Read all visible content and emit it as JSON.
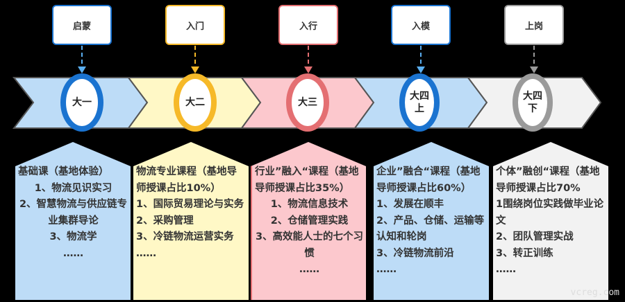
{
  "colors": {
    "blue": "#1a73d0",
    "blue_light": "#bddcf7",
    "yellow": "#f6b928",
    "yellow_light": "#fff8c6",
    "red": "#e46f72",
    "red_light": "#fcc8cd",
    "gray": "#9a9a9a",
    "gray_light": "#f2f2f2"
  },
  "stages": [
    {
      "tag": "启蒙",
      "year": "大一",
      "panel": [
        "基础课（基地体验）",
        "1、物流见识实习",
        "2、智慧物流与供应链专业集群导论",
        "3、物流学",
        "……"
      ]
    },
    {
      "tag": "入门",
      "year": "大二",
      "panel": [
        "物流专业课程（基地导师授课占比10%）",
        "1、国际贸易理论与实务",
        "2、采购管理",
        "3、冷链物流运营实务",
        "……"
      ]
    },
    {
      "tag": "入行",
      "year": "大三",
      "panel": [
        "行业”融入“课程（基地导师授课占比35%）",
        "1、物流信息技术",
        "2、仓储管理实践",
        "3、高效能人士的七个习惯",
        "……"
      ]
    },
    {
      "tag": "入模",
      "year": "大四上",
      "panel": [
        "企业”融合“课程（基地导师授课占比60%）",
        "1、发展在顺丰",
        "2、产品、仓储、运输等认知和轮岗",
        "3、冷链物流前沿",
        "……"
      ]
    },
    {
      "tag": "上岗",
      "year": "大四下",
      "panel": [
        "个体”融创“课程（基地导师授课占比70%",
        "1围绕岗位实践做毕业论文",
        "2、团队管理实战",
        "3、转正训练",
        "……"
      ]
    }
  ],
  "watermark": "vcreg.com"
}
